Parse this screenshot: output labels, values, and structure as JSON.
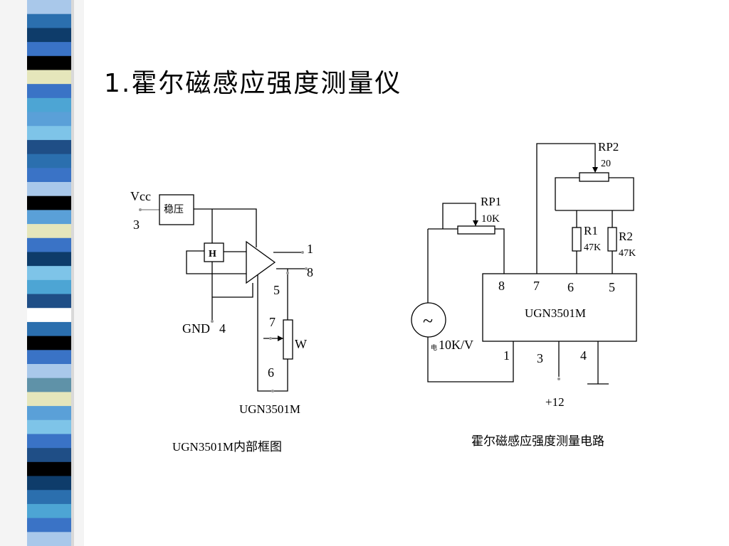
{
  "slide": {
    "title": "1.霍尔磁感应强度测量仪"
  },
  "decor": {
    "stripe_colors": [
      "#ffffff",
      "#3a73c6",
      "#5aa0d8",
      "#7ec4e8",
      "#000000",
      "#0e3c6a",
      "#e5e6bb",
      "#2b6fae",
      "#4da5d4",
      "#a9c8ea",
      "#1f4e86",
      "#5f92a8"
    ]
  },
  "left_diagram": {
    "vcc_label": "Vcc",
    "vcc_pin": "3",
    "regulator_label": "稳压",
    "hall_label": "H",
    "gnd_label": "GND",
    "gnd_pin": "4",
    "out_pin_1": "1",
    "out_pin_8": "8",
    "pin_5": "5",
    "pin_7": "7",
    "pin_6": "6",
    "pot_label": "W",
    "chip_label": "UGN3501M",
    "caption": "UGN3501M内部框图"
  },
  "right_diagram": {
    "rp1_label": "RP1",
    "rp1_value": "10K",
    "rp2_label": "RP2",
    "rp2_value": "20",
    "r1_label": "R1",
    "r1_value": "47K",
    "r2_label": "R2",
    "r2_value": "47K",
    "chip_label": "UGN3501M",
    "pin_8": "8",
    "pin_7": "7",
    "pin_6": "6",
    "pin_5": "5",
    "pin_1": "1",
    "pin_3": "3",
    "pin_4": "4",
    "source_symbol": "~",
    "source_small": "电",
    "source_label": "10K/V",
    "supply_label": "+12",
    "caption": "霍尔磁感应强度测量电路"
  }
}
